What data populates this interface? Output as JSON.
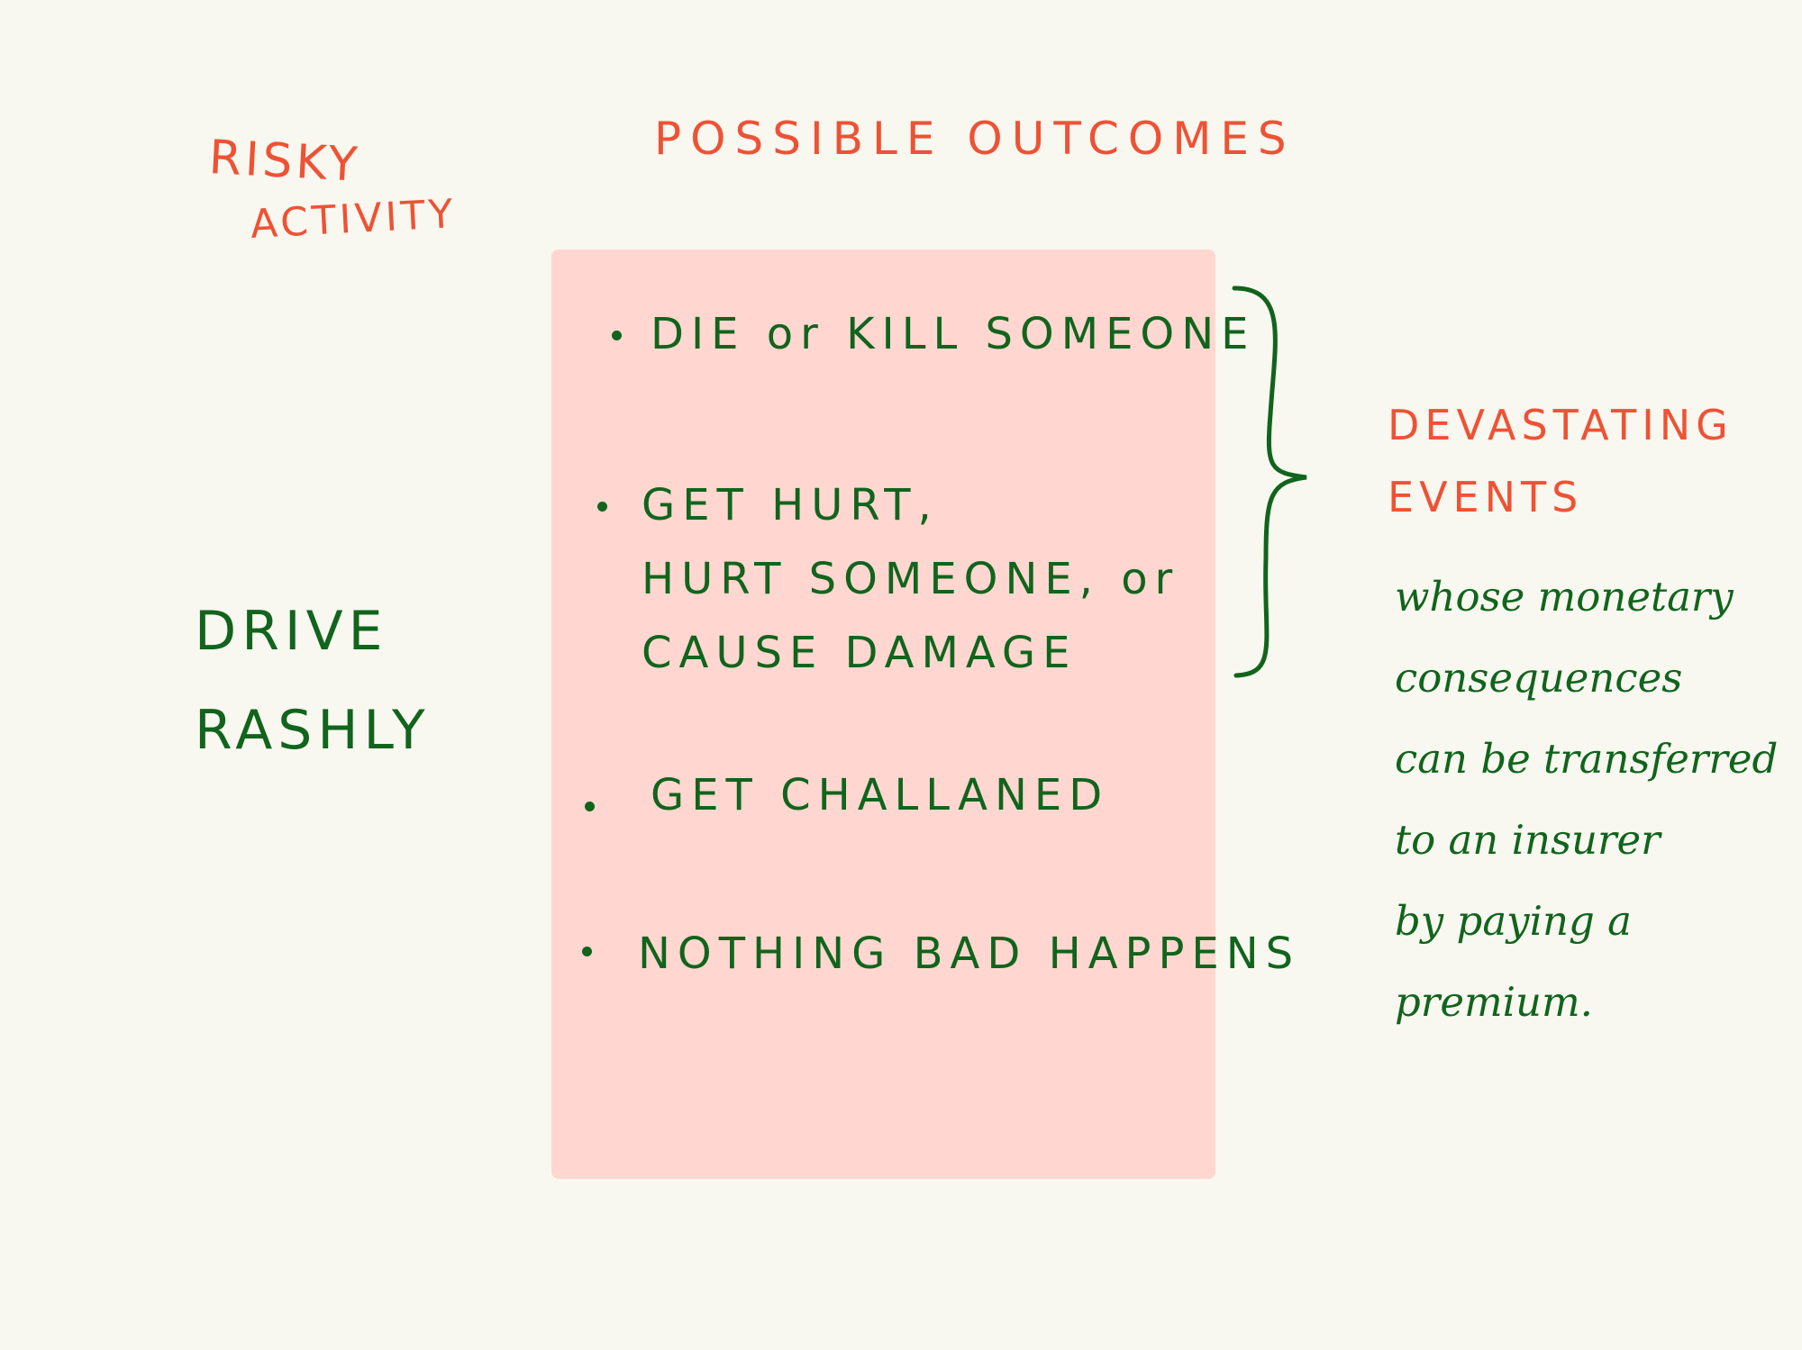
{
  "headers": {
    "risky_activity": [
      "RISKY",
      "ACTIVITY"
    ],
    "possible_outcomes": "POSSIBLE OUTCOMES"
  },
  "activity": [
    "DRIVE",
    "RASHLY"
  ],
  "outcomes": [
    {
      "lines": [
        "DIE or KILL SOMEONE"
      ]
    },
    {
      "lines": [
        "GET HURT,",
        "HURT SOMEONE, or",
        "CAUSE DAMAGE"
      ]
    },
    {
      "lines": [
        "GET CHALLANED"
      ]
    },
    {
      "lines": [
        "NOTHING BAD HAPPENS"
      ]
    }
  ],
  "devastating_events": [
    "DEVASTATING",
    "EVENTS"
  ],
  "note": [
    "whose monetary",
    "consequences",
    "can be transferred",
    "to an insurer",
    "by paying a",
    "premium."
  ],
  "colors": {
    "background": "#f8f7f0",
    "box": "#ffd7d0",
    "orange": "#ee5234",
    "green": "#11641c"
  }
}
